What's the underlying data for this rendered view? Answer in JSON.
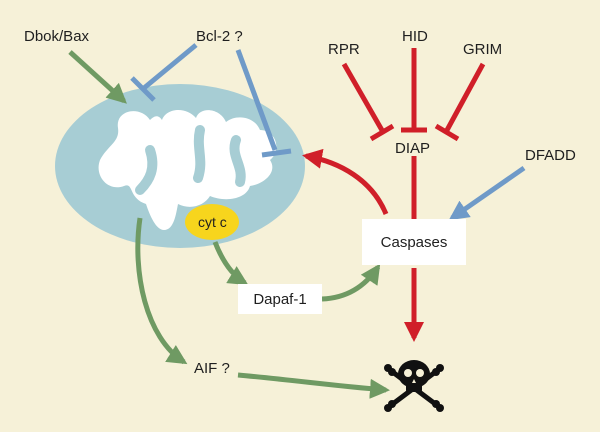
{
  "labels": {
    "dbok_bax": "Dbok/Bax",
    "bcl2": "Bcl-2 ?",
    "rpr": "RPR",
    "hid": "HID",
    "grim": "GRIM",
    "diap": "DIAP",
    "dfadd": "DFADD",
    "caspases": "Caspases",
    "cyt_c": "cyt c",
    "dapaf1": "Dapaf-1",
    "aif": "AIF ?"
  },
  "icons": {
    "death": "skull-crossbones-icon"
  },
  "colors": {
    "background": "#f6f1d8",
    "mitochondrion": "#a7cdd4",
    "cristae": "#ffffff",
    "activation_green": "#6f9a63",
    "inhibition_blue": "#6f9ac8",
    "inhibition_red": "#d01f29",
    "cyt_c": "#f7d51d"
  }
}
